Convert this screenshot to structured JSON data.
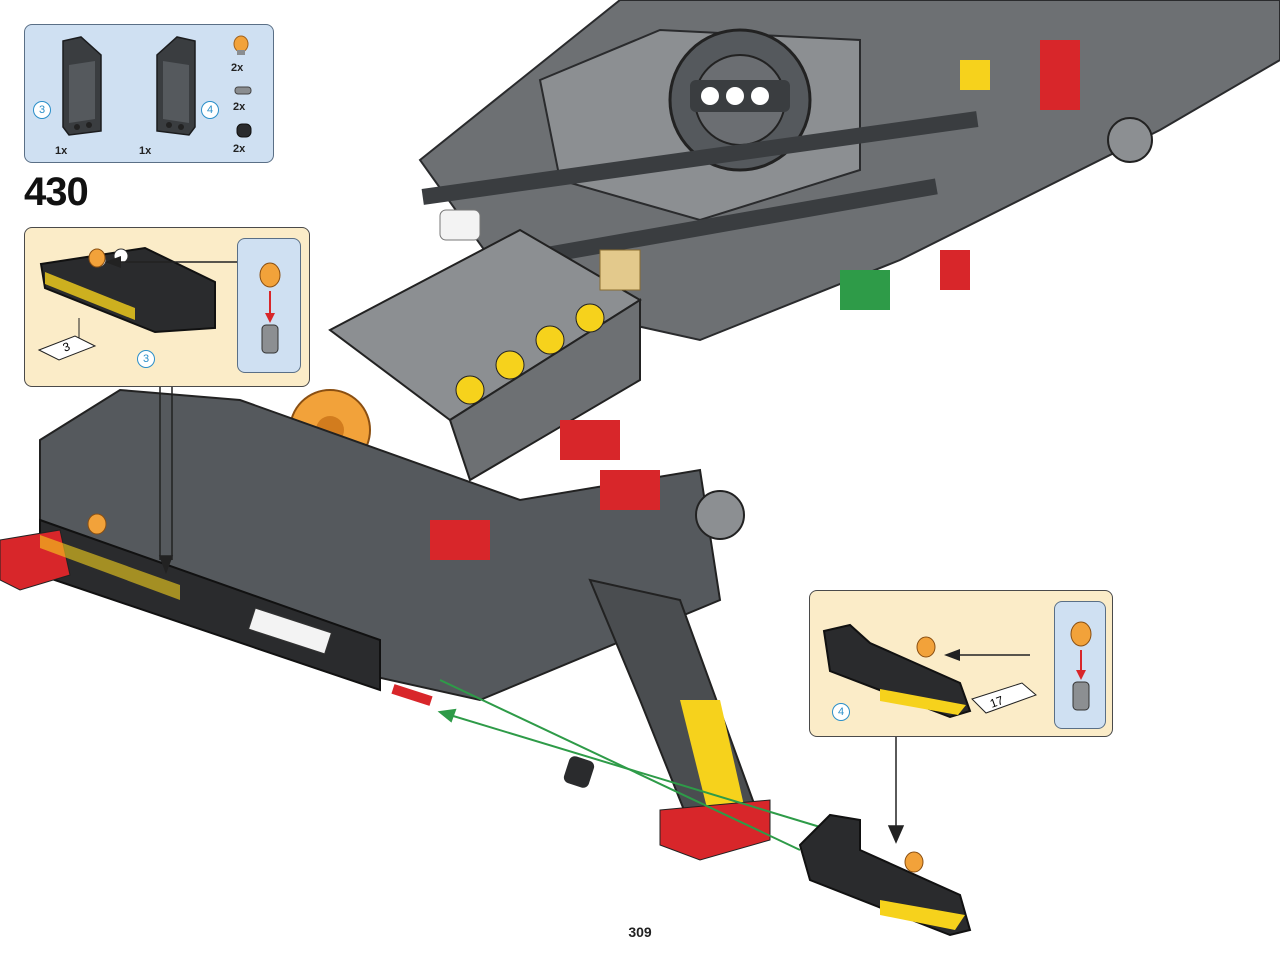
{
  "step_number": "430",
  "page_number": "309",
  "parts_list": {
    "items": [
      {
        "name": "left-panel",
        "qty": "1x",
        "callout": "3"
      },
      {
        "name": "right-panel",
        "qty": "1x",
        "callout": "4"
      },
      {
        "name": "orange-light",
        "qty": "2x"
      },
      {
        "name": "axle-pin",
        "qty": "2x"
      },
      {
        "name": "bush",
        "qty": "2x"
      }
    ]
  },
  "callouts": {
    "left": {
      "panel_ref": "3",
      "sticker_ref": "3"
    },
    "right": {
      "panel_ref": "4",
      "sticker_ref": "17"
    }
  },
  "colors": {
    "parts_bg": "#cfe0f2",
    "callout_bg": "#fbecc8",
    "arrow_green": "#2e9b48",
    "light_orange": "#f2a23a",
    "technic_red": "#d8262a",
    "technic_dark": "#3a3d40"
  }
}
